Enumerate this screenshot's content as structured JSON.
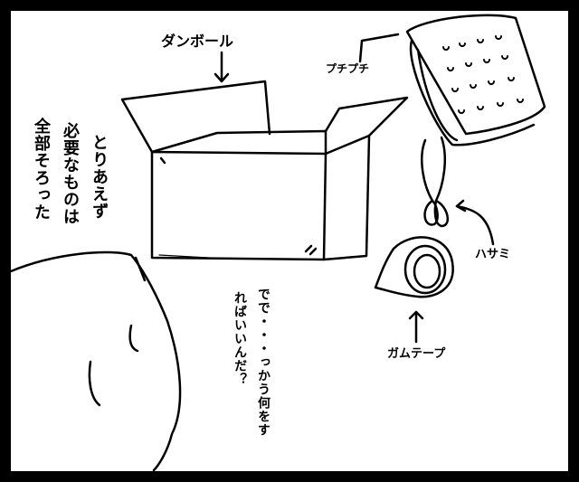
{
  "labels": {
    "box": "ダンボール",
    "bubble_wrap": "プチプチ",
    "scissors": "ハサミ",
    "tape": "ガムテープ"
  },
  "narration": {
    "col1": "全部そろった",
    "col2": "必要なものは",
    "col3": "とりあえず"
  },
  "speech": {
    "col1": "でで・・・っかう何をす",
    "col2": "ればいいんだ？"
  }
}
